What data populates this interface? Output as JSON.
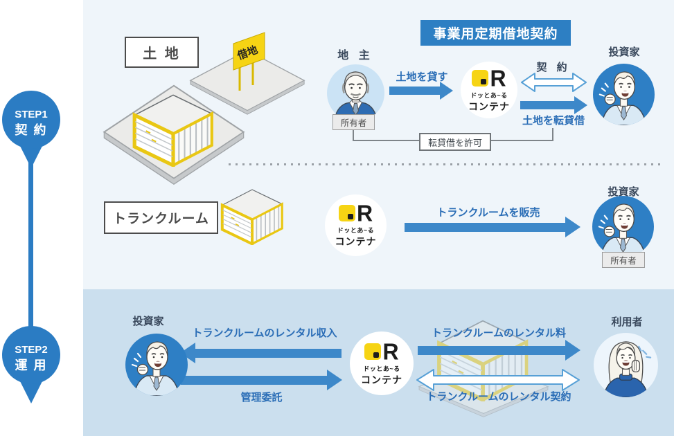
{
  "rail": {
    "steps": [
      {
        "num": "STEP1",
        "label": "契 約"
      },
      {
        "num": "STEP2",
        "label": "運 用"
      }
    ]
  },
  "logo": {
    "glyph": "R",
    "line1": "ドッとあ~る",
    "line2": "コンテナ"
  },
  "contract": {
    "title": "事業用定期借地契約",
    "land_box": "土 地",
    "sign": "借地",
    "landowner": "地 主",
    "landowner_tag": "所有者",
    "lend": "土地を貸す",
    "agree": "契 約",
    "sublease": "土地を転貸借",
    "permit": "転貸借を許可",
    "investor": "投資家",
    "trunk_box": "トランクルーム",
    "sell": "トランクルームを販売",
    "investor2": "投資家",
    "investor2_tag": "所有者"
  },
  "operation": {
    "investor": "投資家",
    "income": "トランクルームのレンタル収入",
    "mgmt": "管理委託",
    "fee": "トランクルームのレンタル料",
    "rental_contract": "トランクルームのレンタル契約",
    "user": "利用者"
  },
  "colors": {
    "accent_blue": "#2e7fc5",
    "arrow_blue": "#3d88c9",
    "text_blue": "#2a6db6",
    "text_dark": "#39485c",
    "bg_top": "#eff5fa",
    "bg_bottom": "#cbdfee",
    "brand_yellow": "#f6d414",
    "title_bg": "#2d7fc3"
  }
}
